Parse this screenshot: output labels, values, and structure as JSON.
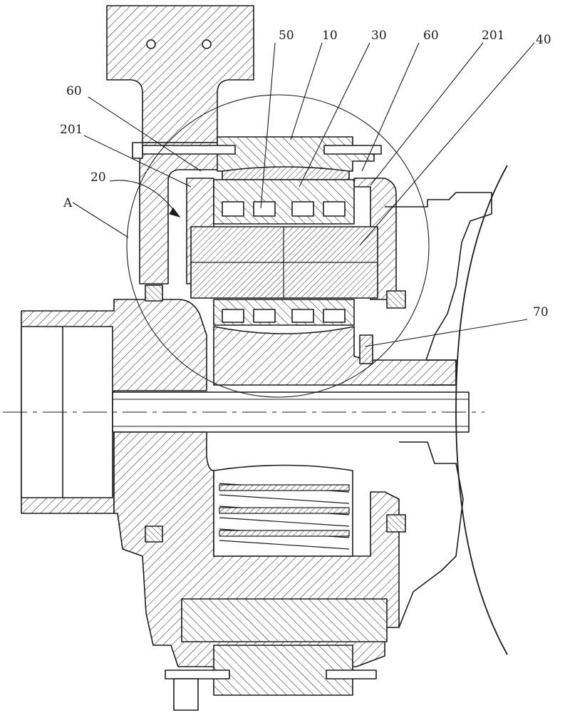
{
  "callouts": {
    "c50": "50",
    "c10": "10",
    "c30": "30",
    "c60_right": "60",
    "c201_right": "201",
    "c40": "40",
    "c60_left": "60",
    "c201_left": "201",
    "c20": "20",
    "cA": "A",
    "c70": "70"
  },
  "colors": {
    "ink": "#1a1a1a",
    "paper": "#ffffff"
  }
}
